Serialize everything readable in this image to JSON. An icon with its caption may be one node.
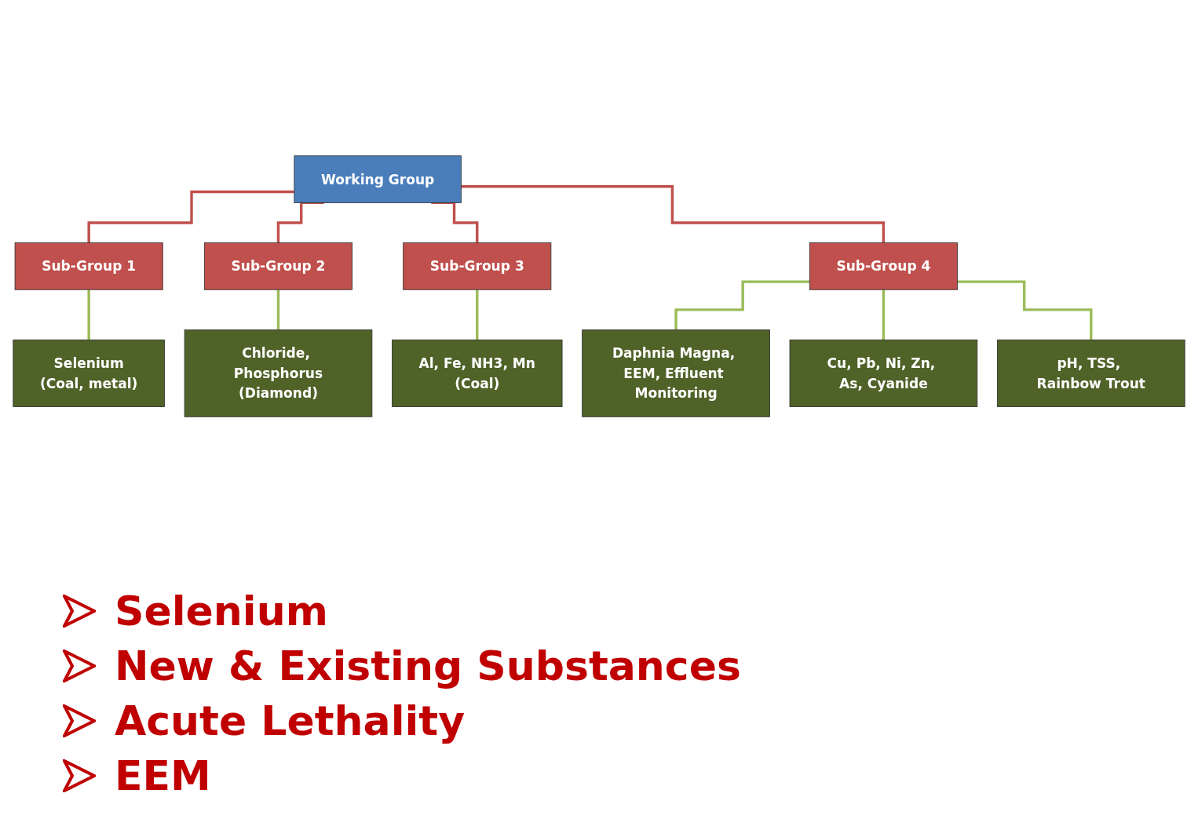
{
  "diagram": {
    "nodes": [
      {
        "text": [
          "Working Group"
        ]
      },
      {
        "text": [
          "Sub-Group 1"
        ]
      },
      {
        "text": [
          "Sub-Group 2"
        ]
      },
      {
        "text": [
          "Sub-Group 3"
        ]
      },
      {
        "text": [
          "Sub-Group 4"
        ]
      },
      {
        "text": [
          "Selenium",
          "(Coal, metal)"
        ]
      },
      {
        "text": [
          "Chloride, Phosphorus",
          "(Diamond)"
        ]
      },
      {
        "text": [
          "Al, Fe, NH3, Mn",
          "(Coal)"
        ]
      },
      {
        "text": [
          "Daphnia Magna, EEM, Effluent Monitoring"
        ]
      },
      {
        "text": [
          "Cu, Pb, Ni, Zn, As, Cyanide"
        ]
      },
      {
        "text": [
          "pH, TSS, Rainbow Trout"
        ]
      }
    ],
    "edges": [
      {
        "from": 0,
        "to": 1,
        "arrow": "none",
        "color": "#c0504d"
      },
      {
        "from": 0,
        "to": 2,
        "arrow": "none",
        "color": "#c0504d"
      },
      {
        "from": 0,
        "to": 3,
        "arrow": "none",
        "color": "#c0504d"
      },
      {
        "from": 0,
        "to": 4,
        "arrow": "none",
        "color": "#c0504d"
      },
      {
        "from": 1,
        "to": 5,
        "arrow": "none"
      },
      {
        "from": 2,
        "to": 6,
        "arrow": "none"
      },
      {
        "from": 3,
        "to": 7,
        "arrow": "none"
      },
      {
        "from": 4,
        "to": 8,
        "arrow": "none"
      },
      {
        "from": 4,
        "to": 9,
        "arrow": "none"
      },
      {
        "from": 4,
        "to": 10,
        "arrow": "none"
      }
    ],
    "labels": [
      "Selenium",
      "New & Existing Substances",
      "Acute Lethality",
      "EEM"
    ]
  }
}
